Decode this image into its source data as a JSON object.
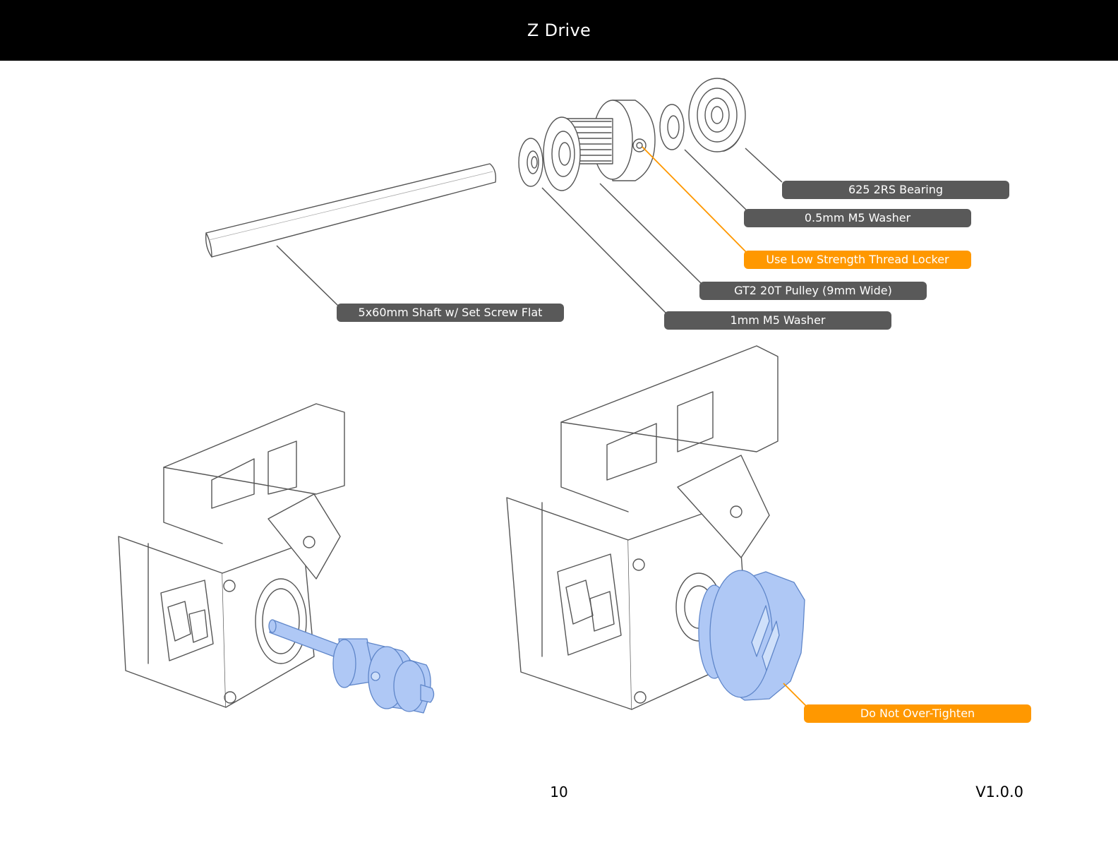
{
  "header": {
    "title": "Z Drive"
  },
  "callouts": {
    "bearing": "625 2RS Bearing",
    "washer_half": "0.5mm M5 Washer",
    "thread_locker": "Use Low Strength Thread Locker",
    "pulley": "GT2 20T Pulley (9mm Wide)",
    "washer_one": "1mm M5 Washer",
    "shaft": "5x60mm Shaft w/ Set Screw Flat",
    "no_overtighten": "Do Not Over-Tighten"
  },
  "footer": {
    "page_number": "10",
    "version": "V1.0.0"
  },
  "colors": {
    "header_bg": "#000000",
    "label_gray": "#595959",
    "label_orange": "#FF9800",
    "highlight_blue": "#AFC8F5",
    "line_art": "#555555"
  }
}
